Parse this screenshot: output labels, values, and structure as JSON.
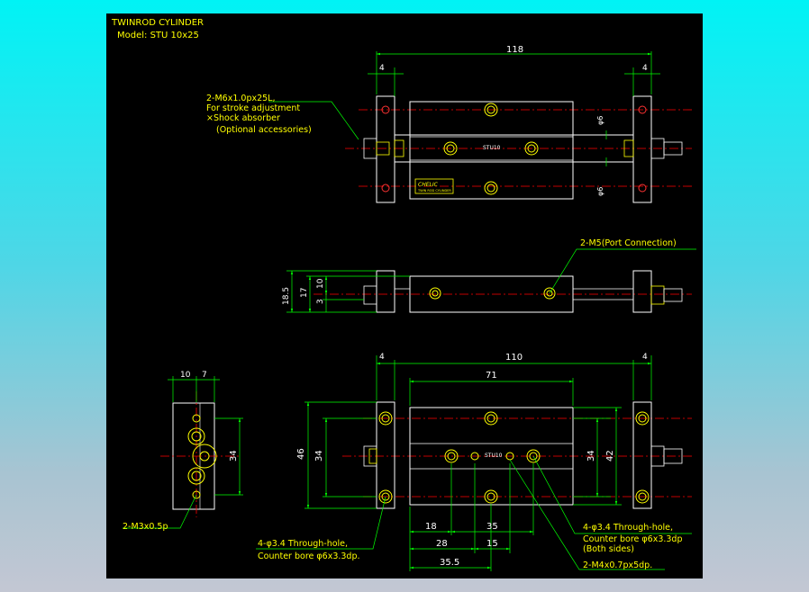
{
  "title": "TWINROD CYLINDER",
  "model": "Model: STU 10x25",
  "colors": {
    "canvas": "#000000",
    "outline": "#ffffff",
    "dim": "#00ff00",
    "center": "#ff0000",
    "part": "#ffff00",
    "leader_text": "#ffff00"
  },
  "top_view": {
    "dim_total": "118",
    "dim_left": "4",
    "dim_right": "4",
    "phi_top": "φ6",
    "phi_bottom": "φ6",
    "body_label": "STU10",
    "nameplate": "CHELIC",
    "nameplate_sub": "TWIN ROD CYLINDER",
    "note_line1": "2-M6x1.0px25L,",
    "note_line2": "For stroke adjustment",
    "note_line3": "×Shock absorber",
    "note_line4": "(Optional accessories)"
  },
  "side_view": {
    "dim_18_5": "18.5",
    "dim_17": "17",
    "dim_10": "10",
    "dim_3": "3",
    "port_note": "2-M5(Port Connection)"
  },
  "front_view": {
    "dim_total": "110",
    "dim_left": "4",
    "dim_right": "4",
    "dim_71": "71",
    "dim_46": "46",
    "dim_34_left": "34",
    "dim_34_right": "34",
    "dim_42": "42",
    "dim_18": "18",
    "dim_35": "35",
    "dim_28": "28",
    "dim_15": "15",
    "dim_35_5": "35.5",
    "body_label": "STU10",
    "note_through_a1": "4-φ3.4 Through-hole,",
    "note_through_a2": "Counter bore φ6x3.3dp.",
    "note_through_b1": "4-φ3.4 Through-hole,",
    "note_through_b2": "Counter bore φ6x3.3dp",
    "note_through_b3": "(Both sides)",
    "note_m4": "2-M4x0.7px5dp."
  },
  "end_view": {
    "dim_10": "10",
    "dim_7": "7",
    "dim_34": "34",
    "note_m3": "2-M3x0.5p"
  }
}
